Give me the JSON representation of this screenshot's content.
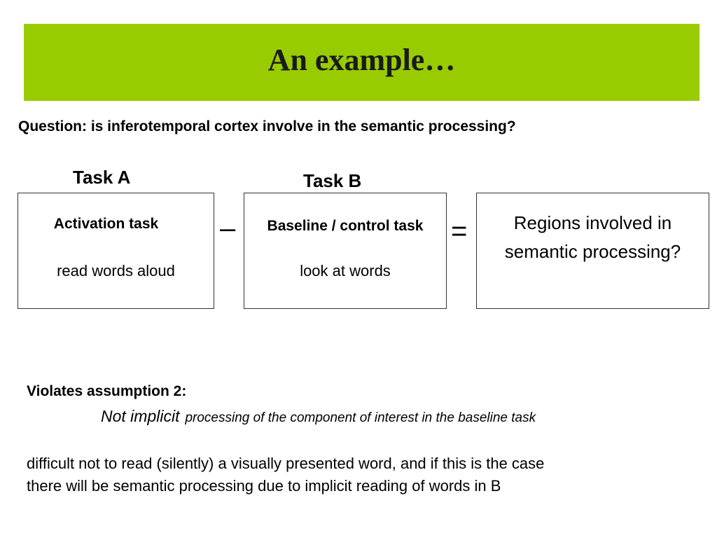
{
  "slide": {
    "title": "An example…",
    "question": "Question: is inferotemporal cortex involve in the semantic processing?",
    "task_a": {
      "label": "Task A",
      "heading": "Activation task",
      "description": "read words aloud"
    },
    "task_b": {
      "label": "Task B",
      "heading": "Baseline / control task",
      "description": "look at words"
    },
    "operator_minus": "–",
    "operator_equals": "=",
    "result": "Regions involved in semantic processing?",
    "violates": "Violates assumption 2:",
    "not_implicit": "Not implicit",
    "not_implicit_rest": "processing of the component of interest in the baseline task",
    "explanation_line1": "difficult not to read (silently) a visually presented word, and if this is the case",
    "explanation_line2": "there will be semantic processing due to implicit reading of words in B"
  },
  "colors": {
    "title_bar": "#99cc00",
    "text": "#000000"
  }
}
